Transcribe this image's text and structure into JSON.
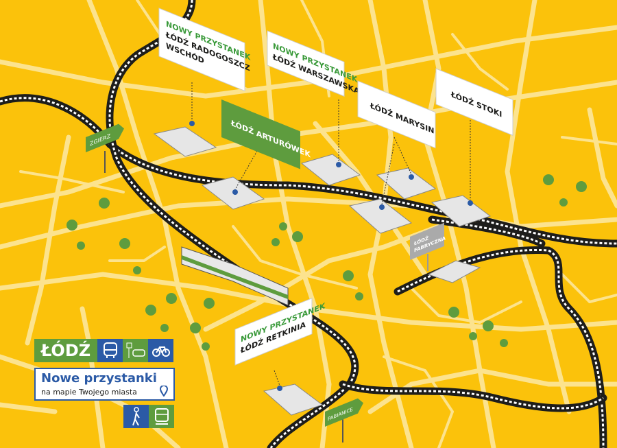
{
  "map_title": "Nowe przystanki",
  "map_subtitle": "na mapie Twojego miasta",
  "city": "ŁÓDŹ",
  "legend_icons": [
    "bus-icon",
    "parking-car-icon",
    "bicycle-icon",
    "pedestrian-icon",
    "train-icon",
    "location-pin-icon"
  ],
  "stops": [
    {
      "label_new": "NOWY PRZYSTANEK",
      "lines": [
        "ŁÓDŹ RADOGOSZCZ",
        "WSCHÓD"
      ]
    },
    {
      "label_new": "NOWY PRZYSTANEK",
      "lines": [
        "ŁÓDŹ WARSZAWSKA"
      ]
    },
    {
      "label_new": "",
      "lines": [
        "ŁÓDŹ ARTURÓWEK"
      ]
    },
    {
      "label_new": "",
      "lines": [
        "ŁÓDŹ MARYSIN"
      ]
    },
    {
      "label_new": "",
      "lines": [
        "ŁÓDŹ STOKI"
      ]
    },
    {
      "label_new": "NOWY PRZYSTANEK",
      "lines": [
        "ŁÓDŹ RETKINIA"
      ]
    }
  ],
  "stations": [
    {
      "lines": [
        "ŁÓDŹ",
        "FABRYCZNA"
      ]
    }
  ],
  "direction_signs": [
    "ZGIERZ",
    "PABIANICE"
  ],
  "colors": {
    "background": "#FBC20B",
    "green": "#5E9C3E",
    "blue": "#2B5AA6",
    "new_stop_text": "#3A9A3A"
  }
}
